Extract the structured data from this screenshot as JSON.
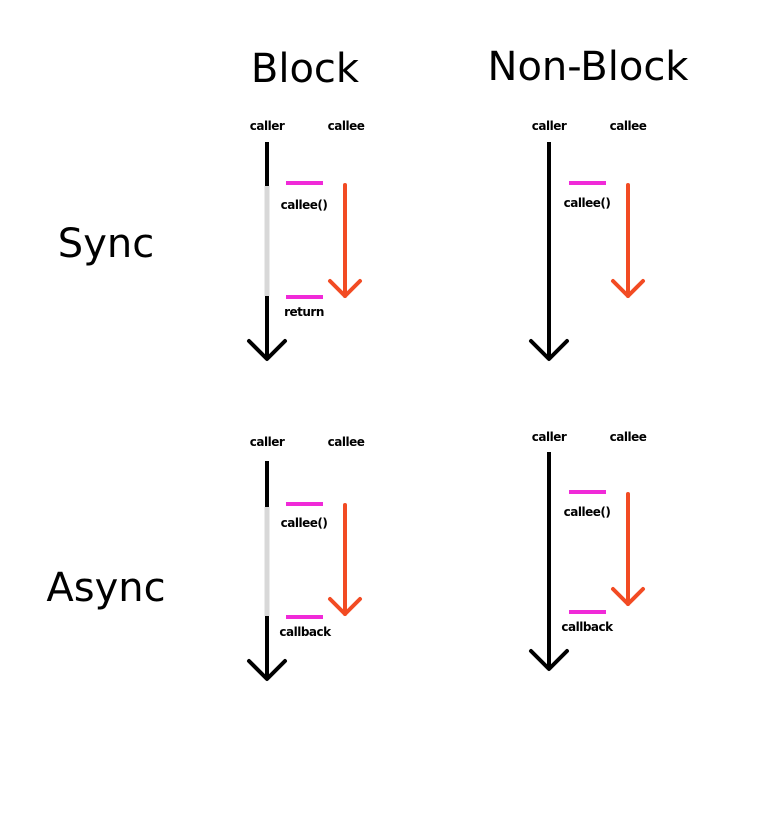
{
  "headers": {
    "block": "Block",
    "non_block": "Non-Block",
    "sync": "Sync",
    "async": "Async"
  },
  "quadrants": {
    "sync_block": {
      "caller": "caller",
      "callee": "callee",
      "call": "callee()",
      "result": "return"
    },
    "sync_nonblock": {
      "caller": "caller",
      "callee": "callee",
      "call": "callee()"
    },
    "async_block": {
      "caller": "caller",
      "callee": "callee",
      "call": "callee()",
      "result": "callback"
    },
    "async_nonblock": {
      "caller": "caller",
      "callee": "callee",
      "call": "callee()",
      "result": "callback"
    }
  },
  "colors": {
    "caller_line": "#000000",
    "blocked_segment": "#d8d8d8",
    "callee_arrow": "#f24b23",
    "event_marker": "#f02ad8"
  }
}
